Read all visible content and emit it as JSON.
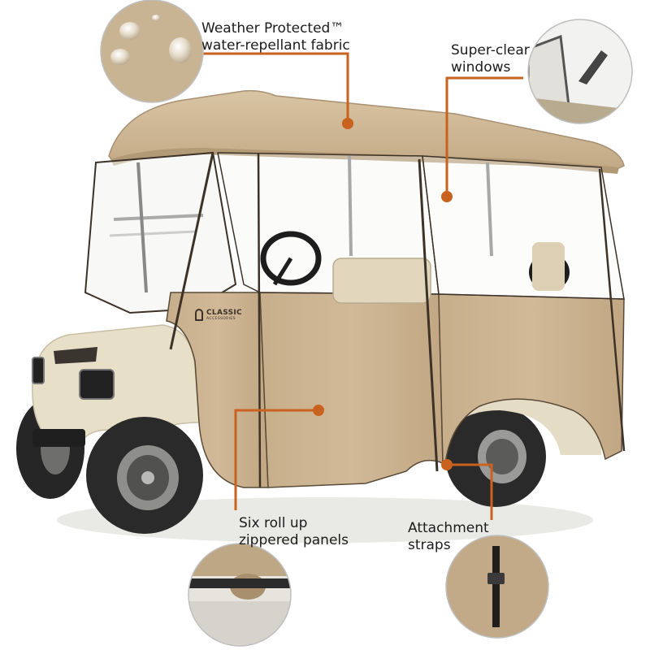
{
  "callouts": {
    "weather": {
      "line1": "Weather Protected™",
      "line2": "water-repellant fabric"
    },
    "windows": {
      "line1": "Super-clear",
      "line2": "windows"
    },
    "panels": {
      "line1": "Six roll up",
      "line2": "zippered panels"
    },
    "straps": {
      "line1": "Attachment",
      "line2": "straps"
    }
  },
  "logo": {
    "brand": "CLASSIC",
    "sub": "ACCESSORIES"
  },
  "colors": {
    "accent": "#c9621f",
    "fabric": "#cdb594",
    "fabric_shadow": "#b59c7b",
    "cart_body": "#e8dfc9",
    "tire": "#2a2a2a",
    "text": "#1c1c1c"
  }
}
